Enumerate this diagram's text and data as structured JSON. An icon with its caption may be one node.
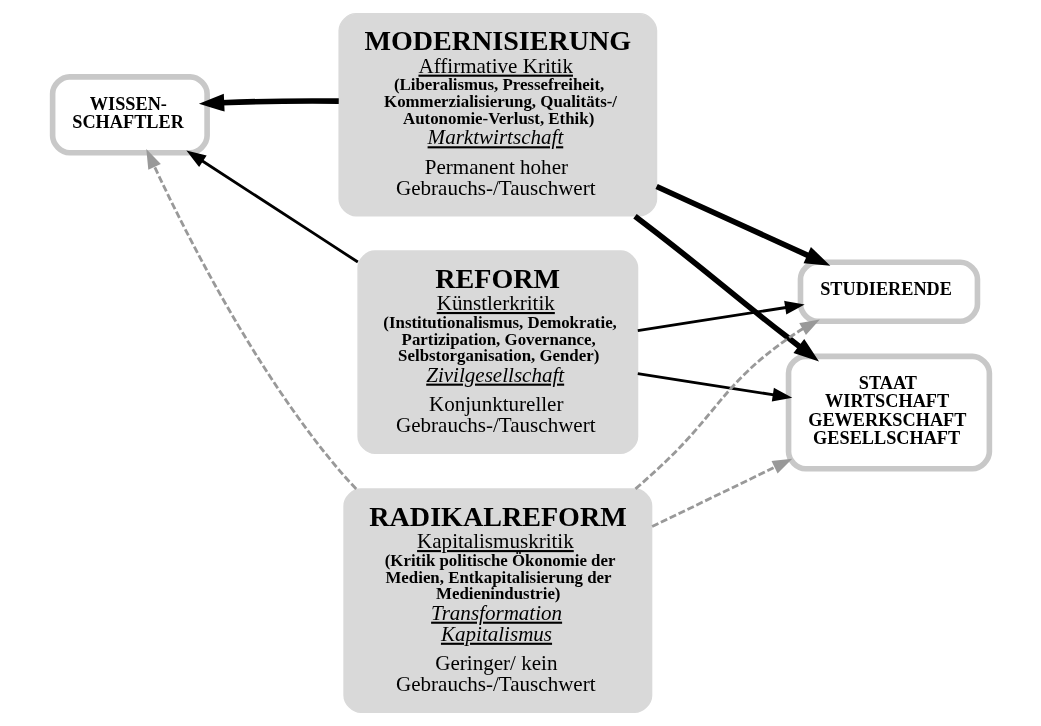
{
  "diagram": {
    "nodes": [
      {
        "text": [
          "MODERNISIERUNG",
          "Affirmative Kritik",
          "(Liberalismus, Pressefreiheit, Kommerzialisierung, Qualitäts-/ Autonomie-Verlust, Ethik)",
          "Marktwirtschaft",
          "Permanent hoher Gebrauchs-/Tauschwert"
        ]
      },
      {
        "text": [
          "REFORM",
          "Künstlerkritik",
          "(Institutionalismus, Demokratie, Partizipation, Governance, Selbstorganisation, Gender)",
          "Zivilgesellschaft",
          "Konjunktureller Gebrauchs-/Tauschwert"
        ]
      },
      {
        "text": [
          "RADIKALREFORM",
          "Kapitalismuskritik",
          "(Kritik politische Ökonomie der Medien, Entkapitalisierung der Medienindustrie)",
          "Transformation Kapitalismus",
          "Geringer/ kein Gebrauchs-/Tauschwert"
        ]
      },
      {
        "text": [
          "WISSEN- SCHAFTLER"
        ]
      },
      {
        "text": [
          "STUDIERENDE"
        ]
      },
      {
        "text": [
          "STAAT WIRTSCHAFT GEWERKSCHAFT GESELLSCHAFT"
        ]
      }
    ],
    "edges": [
      {
        "from": 0,
        "to": 3,
        "arrow": "to",
        "style": "thick"
      },
      {
        "from": 0,
        "to": 4,
        "arrow": "to",
        "style": "thick"
      },
      {
        "from": 0,
        "to": 5,
        "arrow": "to",
        "style": "thick"
      },
      {
        "from": 1,
        "to": 3,
        "arrow": "to"
      },
      {
        "from": 1,
        "to": 4,
        "arrow": "to"
      },
      {
        "from": 1,
        "to": 5,
        "arrow": "to"
      },
      {
        "from": 2,
        "to": 3,
        "arrow": "to",
        "style": "dashed",
        "color": "#999999"
      },
      {
        "from": 2,
        "to": 4,
        "arrow": "to",
        "style": "dashed",
        "color": "#999999"
      },
      {
        "from": 2,
        "to": 5,
        "arrow": "to",
        "style": "dashed",
        "color": "#999999"
      }
    ]
  }
}
